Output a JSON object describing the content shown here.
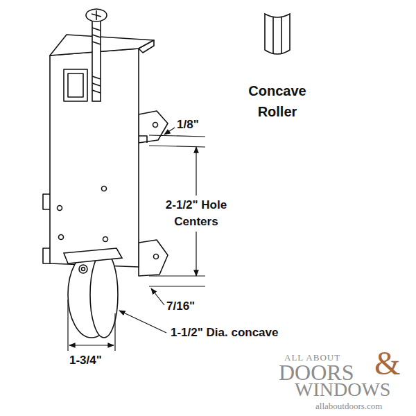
{
  "diagram": {
    "labels": [
      "1/8\"",
      "Concave Roller",
      "2-1/2\" Hole Centers",
      "7/16\"",
      "1-3/4\"",
      "1-1/2\" Dia. concave",
      "ALL ABOUT",
      "DOORS",
      "&",
      "WINDOWS",
      "allaboutdoors.com"
    ]
  }
}
